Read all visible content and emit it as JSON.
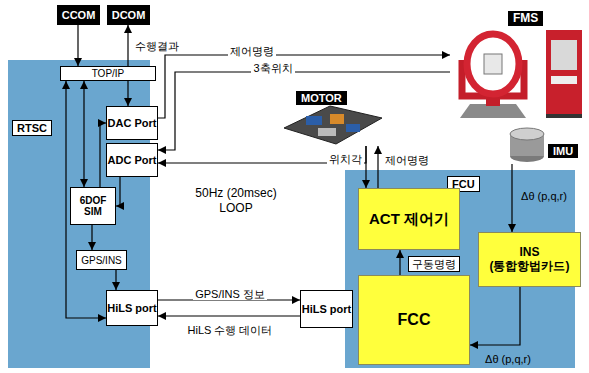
{
  "diagram": {
    "nodes": [
      {
        "text": [
          "CCOM"
        ]
      },
      {
        "text": [
          "DCOM"
        ]
      },
      {
        "text": [
          "RTSC"
        ]
      },
      {
        "text": [
          "TOP/IP"
        ],
        "in": 2
      },
      {
        "text": [
          "DAC Port"
        ],
        "in": 2
      },
      {
        "text": [
          "ADC Port"
        ],
        "in": 2
      },
      {
        "text": [
          "6DOF SIM"
        ],
        "in": 2
      },
      {
        "text": [
          "GPS/INS"
        ],
        "in": 2
      },
      {
        "text": [
          "HiLS port"
        ],
        "in": 2
      },
      {
        "text": [
          "MOTOR"
        ]
      },
      {
        "text": [
          "FMS"
        ]
      },
      {
        "text": [
          "IMU"
        ]
      },
      {
        "text": [
          "HiLS port"
        ]
      },
      {
        "text": [
          "FCU"
        ]
      },
      {
        "text": [
          "ACT 제어기"
        ],
        "in": 13
      },
      {
        "text": [
          "INS (통합항법카드)"
        ],
        "in": 13
      },
      {
        "text": [
          "FCC"
        ],
        "in": 13
      }
    ],
    "edges": [
      {
        "from": 0,
        "to": 3,
        "arrow": "to"
      },
      {
        "from": 3,
        "to": 1,
        "label": "수행결과",
        "arrow": "to"
      },
      {
        "from": 3,
        "to": 4,
        "arrow": "to"
      },
      {
        "from": 3,
        "to": 6,
        "arrow": "both"
      },
      {
        "from": 3,
        "to": 8,
        "arrow": "both"
      },
      {
        "from": 6,
        "to": 4,
        "arrow": "to"
      },
      {
        "from": 5,
        "to": 6,
        "arrow": "to"
      },
      {
        "from": 6,
        "to": 7,
        "arrow": "to"
      },
      {
        "from": 7,
        "to": 8,
        "arrow": "to"
      },
      {
        "from": 4,
        "to": 10,
        "label": "제어명령",
        "arrow": "to"
      },
      {
        "from": 10,
        "to": 5,
        "label": "3축위치",
        "arrow": "to"
      },
      {
        "from": 9,
        "to": 5,
        "arrow": "to"
      },
      {
        "from": 9,
        "to": 14,
        "label": "위치각",
        "arrow": "to"
      },
      {
        "from": 14,
        "to": 9,
        "label": "제어명령",
        "arrow": "to"
      },
      {
        "from": 11,
        "to": 15,
        "label": "Δθ (p,q,r)",
        "arrow": "to"
      },
      {
        "from": 15,
        "to": 16,
        "label": "Δθ (p,q,r)",
        "arrow": "to"
      },
      {
        "from": 16,
        "to": 14,
        "label": "구동명령",
        "arrow": "to"
      },
      {
        "from": 8,
        "to": 12,
        "label": "GPS/INS 정보",
        "arrow": "to"
      },
      {
        "from": 12,
        "to": 8,
        "label": "HiLS 수행 데이터",
        "arrow": "to"
      }
    ],
    "labels": [
      "50Hz (20msec) LOOP"
    ]
  }
}
